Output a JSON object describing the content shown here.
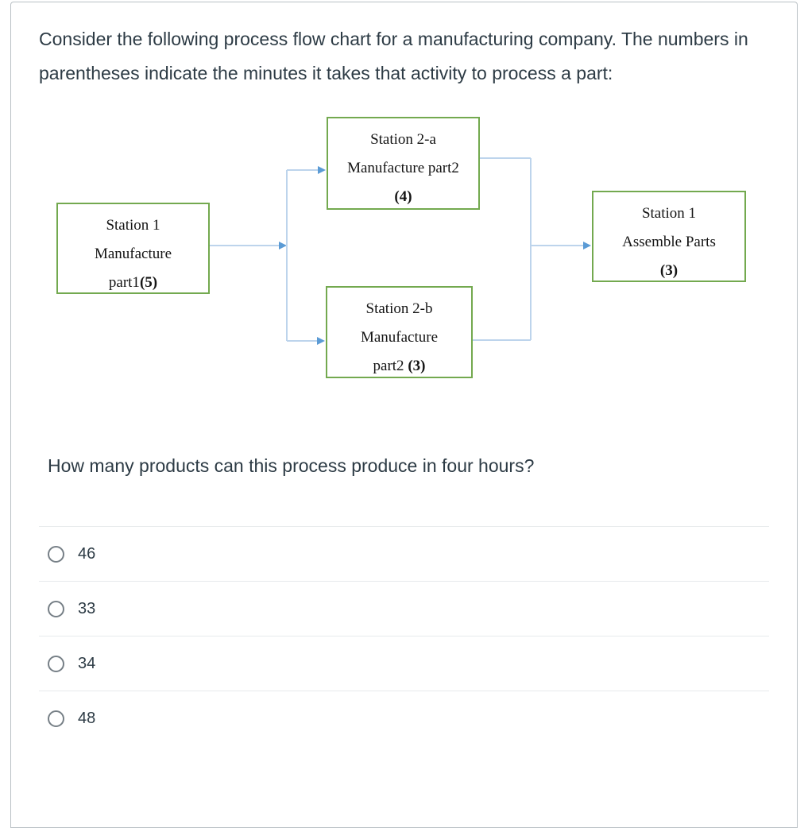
{
  "question": {
    "intro": "Consider the following process flow chart for a manufacturing company. The numbers in parentheses indicate the minutes it takes that activity to process a part:",
    "prompt": "How many products can this process produce in four hours?"
  },
  "diagram": {
    "boxes": [
      {
        "id": "station1-manufacture",
        "line1": "Station 1",
        "line2": "Manufacture",
        "line3_normal": "part1",
        "line3_bold": "(5)"
      },
      {
        "id": "station2a-manufacture",
        "line1": "Station 2-a",
        "line2": "Manufacture part2",
        "line3_normal": "",
        "line3_bold": "(4)"
      },
      {
        "id": "station2b-manufacture",
        "line1": "Station 2-b",
        "line2": "Manufacture",
        "line3_normal": "part2 ",
        "line3_bold": "(3)"
      },
      {
        "id": "station1-assemble",
        "line1": "Station 1",
        "line2": "Assemble Parts",
        "line3_normal": "",
        "line3_bold": "(3)"
      }
    ],
    "edges": [
      {
        "from": "station1-manufacture",
        "to": "station2a-manufacture"
      },
      {
        "from": "station1-manufacture",
        "to": "station2b-manufacture"
      },
      {
        "from": "station2a-manufacture",
        "to": "station1-assemble"
      },
      {
        "from": "station2b-manufacture",
        "to": "station1-assemble"
      }
    ],
    "colors": {
      "box_border": "#73a94f",
      "connector_line": "#bdd4ec",
      "arrowhead": "#5b9bd5"
    }
  },
  "options": [
    {
      "label": "46",
      "selected": false
    },
    {
      "label": "33",
      "selected": false
    },
    {
      "label": "34",
      "selected": false
    },
    {
      "label": "48",
      "selected": false
    }
  ]
}
